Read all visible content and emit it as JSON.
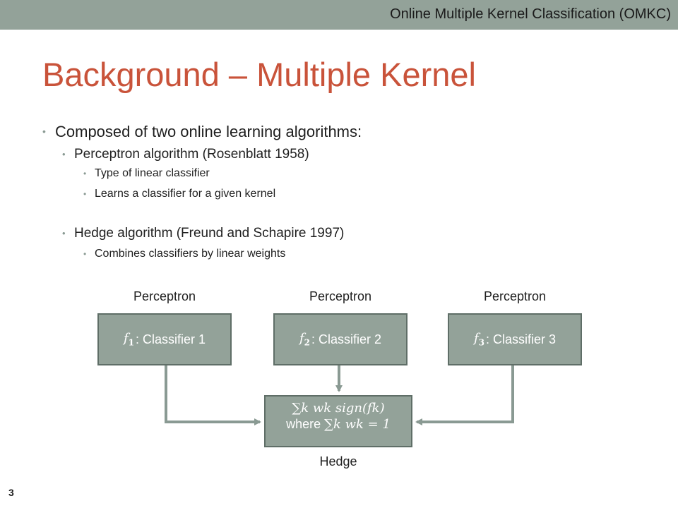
{
  "header": {
    "text": "Online Multiple Kernel Classification (OMKC)"
  },
  "title": "Background – Multiple Kernel",
  "bullets": {
    "b1": "Composed of two online learning algorithms:",
    "b2": "Perceptron algorithm (Rosenblatt 1958)",
    "b2a": "Type of linear classifier",
    "b2b": "Learns a classifier for a given kernel",
    "b3": "Hedge algorithm (Freund and Schapire 1997)",
    "b3a": "Combines classifiers by linear weights"
  },
  "diagram": {
    "perceptron_label": "Perceptron",
    "classifiers": [
      {
        "fn": "f",
        "sub": "1",
        "label": ": Classifier 1"
      },
      {
        "fn": "f",
        "sub": "2",
        "label": ": Classifier 2"
      },
      {
        "fn": "f",
        "sub": "3",
        "label": ": Classifier 3"
      }
    ],
    "hedge_formula_1": "∑k wk sign(fk)",
    "hedge_formula_where": "where",
    "hedge_formula_2": "∑k wk = 1",
    "hedge_label": "Hedge"
  },
  "page_number": "3",
  "colors": {
    "accent_title": "#c9533a",
    "box_fill": "#93a299",
    "arrow": "#8a9a93"
  }
}
